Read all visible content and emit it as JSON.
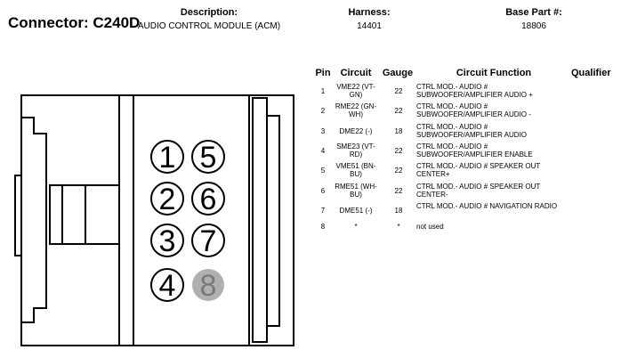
{
  "header": {
    "connector_label": "Connector: C240D",
    "description_label": "Description:",
    "description_value": "AUDIO CONTROL MODULE (ACM)",
    "harness_label": "Harness:",
    "harness_value": "14401",
    "base_part_label": "Base Part #:",
    "base_part_value": "18806"
  },
  "table": {
    "columns": [
      "Pin",
      "Circuit",
      "Gauge",
      "Circuit Function",
      "Qualifier"
    ],
    "rows": [
      {
        "pin": "1",
        "circuit": "VME22 (VT-GN)",
        "gauge": "22",
        "function": "CTRL MOD.- AUDIO # SUBWOOFER/AMPLIFIER AUDIO +"
      },
      {
        "pin": "2",
        "circuit": "RME22 (GN-WH)",
        "gauge": "22",
        "function": "CTRL MOD.- AUDIO # SUBWOOFER/AMPLIFIER AUDIO -"
      },
      {
        "pin": "3",
        "circuit": "DME22 (-)",
        "gauge": "18",
        "function": "CTRL MOD.- AUDIO # SUBWOOFER/AMPLIFIER AUDIO"
      },
      {
        "pin": "4",
        "circuit": "SME23 (VT-RD)",
        "gauge": "22",
        "function": "CTRL MOD.- AUDIO # SUBWOOFER/AMPLIFIER ENABLE"
      },
      {
        "pin": "5",
        "circuit": "VME51 (BN-BU)",
        "gauge": "22",
        "function": "CTRL MOD.- AUDIO # SPEAKER OUT CENTER+"
      },
      {
        "pin": "6",
        "circuit": "RME51 (WH-BU)",
        "gauge": "22",
        "function": "CTRL MOD.- AUDIO # SPEAKER OUT CENTER-"
      },
      {
        "pin": "7",
        "circuit": "DME51 (-)",
        "gauge": "18",
        "function": "CTRL MOD.- AUDIO # NAVIGATION RADIO"
      },
      {
        "pin": "8",
        "circuit": "*",
        "gauge": "*",
        "function": "not used"
      }
    ]
  },
  "diagram": {
    "pins": [
      {
        "number": "1",
        "used": true
      },
      {
        "number": "2",
        "used": true
      },
      {
        "number": "3",
        "used": true
      },
      {
        "number": "4",
        "used": true
      },
      {
        "number": "5",
        "used": true
      },
      {
        "number": "6",
        "used": true
      },
      {
        "number": "7",
        "used": true
      },
      {
        "number": "8",
        "used": false
      }
    ],
    "unused_pin_color": "#b0b0b0",
    "line_color": "#000000"
  }
}
